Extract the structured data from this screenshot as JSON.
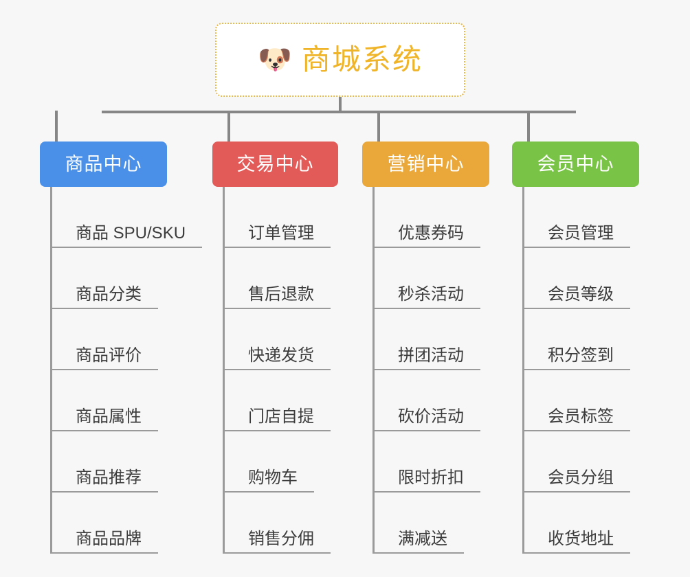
{
  "root": {
    "icon": "dog-face-icon",
    "icon_glyph": "🐶",
    "title": "商城系统",
    "title_color": "#f0b429",
    "border_color": "#e8b84b"
  },
  "branches": [
    {
      "label": "商品中心",
      "color": "#4a90e8",
      "items": [
        "商品 SPU/SKU",
        "商品分类",
        "商品评价",
        "商品属性",
        "商品推荐",
        "商品品牌"
      ]
    },
    {
      "label": "交易中心",
      "color": "#e35b58",
      "items": [
        "订单管理",
        "售后退款",
        "快递发货",
        "门店自提",
        "购物车",
        "销售分佣"
      ]
    },
    {
      "label": "营销中心",
      "color": "#eaa83a",
      "items": [
        "优惠券码",
        "秒杀活动",
        "拼团活动",
        "砍价活动",
        "限时折扣",
        "满减送"
      ]
    },
    {
      "label": "会员中心",
      "color": "#79c346",
      "items": [
        "会员管理",
        "会员等级",
        "积分签到",
        "会员标签",
        "会员分组",
        "收货地址"
      ]
    }
  ],
  "layout": {
    "background": "#f7f7f7",
    "connector_color": "#868686",
    "leaf_line_color": "#9a9a9a",
    "leaf_text_color": "#3c3c3c",
    "box_lefts": [
      58,
      309,
      527,
      745
    ],
    "box_widths": [
      185,
      183,
      185,
      185
    ],
    "spine_lefts": [
      73,
      324,
      542,
      760
    ],
    "item_step": 89
  }
}
